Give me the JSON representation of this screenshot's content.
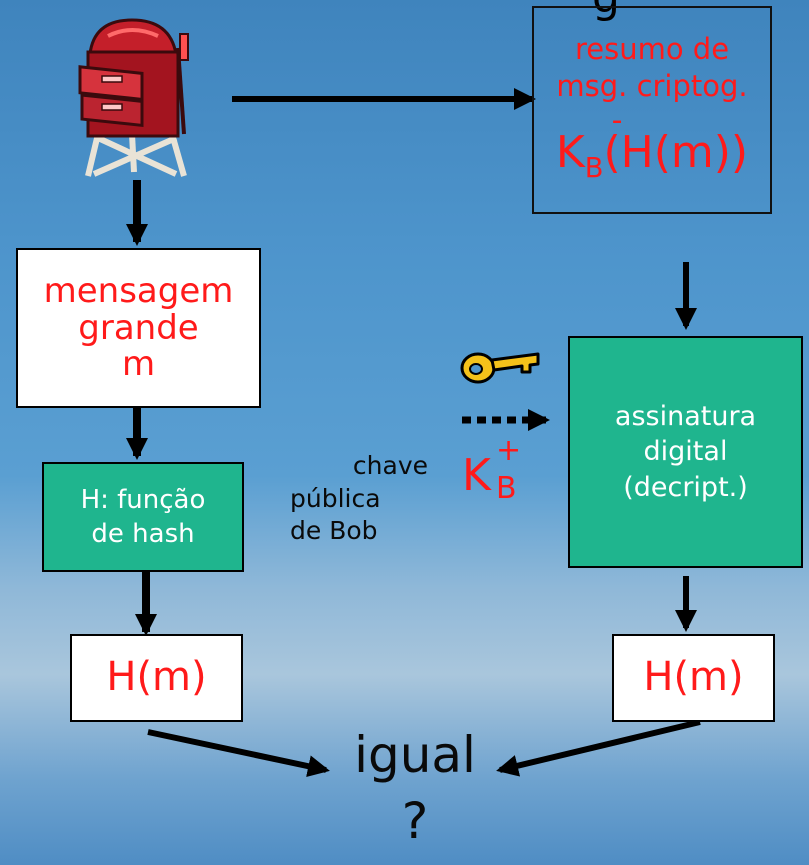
{
  "top_partial_text": "g",
  "digest_box": {
    "line1": "resumo de",
    "line2": "msg. criptog.",
    "minus": "-",
    "k": "K",
    "k_sub": "B",
    "formula": "(H(m))"
  },
  "message_box": {
    "line1": "mensagem",
    "line2": "grande",
    "line3": "m"
  },
  "hash_box": {
    "line1": "H: função",
    "line2": "de hash"
  },
  "signature_box": {
    "line1": "assinatura",
    "line2": "digital",
    "line3": "(decript.)"
  },
  "public_key_label": {
    "line1": "chave",
    "line2": "pública",
    "line3": "de Bob"
  },
  "key_symbol": {
    "k": "K",
    "plus": "+",
    "sub": "B"
  },
  "hm_left": "H(m)",
  "hm_right": "H(m)",
  "equal_label": {
    "line1": "igual",
    "line2": "?"
  },
  "colors": {
    "red": "#ff1a1a",
    "green": "#1fb58e",
    "background": "#4e95cc"
  },
  "icons": [
    "mailbox-icon",
    "key-icon"
  ]
}
